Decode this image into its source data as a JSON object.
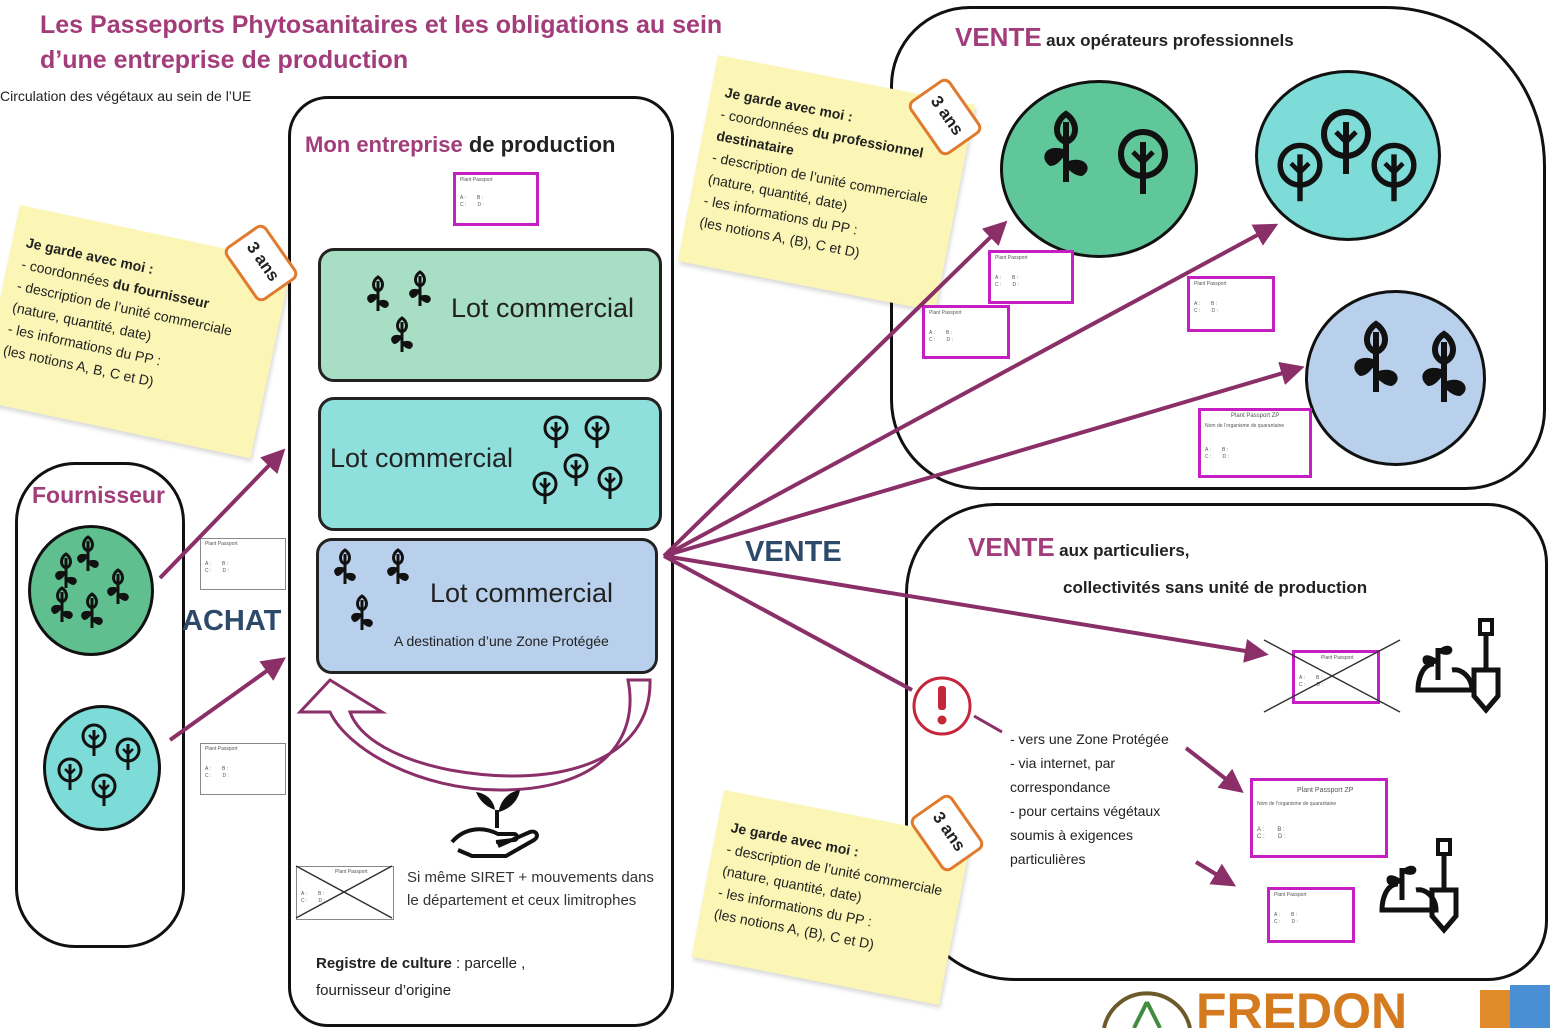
{
  "title": {
    "line1": "Les Passeports Phytosanitaires et les obligations au sein",
    "line2": "d’une entreprise de production"
  },
  "subtitle": "Circulation des végétaux au sein de l’UE",
  "colors": {
    "accent": "#a23c7a",
    "navy": "#2e4a6b",
    "green_lot": "#a8dec3",
    "teal_lot": "#8fe0dc",
    "blue_lot": "#b8d0ec",
    "sticky": "#fbf6b5",
    "badge_border": "#e07a2d",
    "passport_border": "#c51ec2"
  },
  "company": {
    "heading_accent": "Mon entreprise",
    "heading_rest": "de production",
    "lots": [
      {
        "label": "Lot commercial"
      },
      {
        "label": "Lot commercial"
      },
      {
        "label": "Lot commercial",
        "sublabel": "A destination d’une Zone Protégée"
      }
    ],
    "siret_note": "Si même SIRET + mouvements dans le département et ceux limitrophes",
    "registre_bold": "Registre de culture",
    "registre_rest": " : parcelle , fournisseur d’origine"
  },
  "supplier": {
    "label": "Fournisseur",
    "achat": "ACHAT"
  },
  "vente_center": "VENTE",
  "notes": {
    "supplier": {
      "title": "Je garde avec moi :",
      "lines": [
        "- coordonnées ",
        "du fournisseur",
        "- description de l’unité commerciale",
        "(nature, quantité, date)",
        "- les informations du PP :",
        "(les notions A, B, C et D)"
      ],
      "badge": "3 ans"
    },
    "pro": {
      "title": "Je garde avec moi :",
      "lines": [
        "- coordonnées ",
        "du professionnel destinataire",
        "- description de l’unité commerciale",
        "(nature, quantité, date)",
        "- les informations du PP :",
        "(les notions A, (B), C et D)"
      ],
      "badge": "3 ans"
    },
    "particulier": {
      "title": "Je garde avec moi :",
      "lines": [
        "- description de l’unité commerciale",
        "(nature, quantité, date)",
        "- les informations du PP :",
        "(les notions A, (B), C et D)"
      ],
      "badge": "3 ans"
    }
  },
  "vente_pro": {
    "heading": "VENTE",
    "sub": "aux opérateurs professionnels"
  },
  "vente_part": {
    "heading": "VENTE",
    "sub1": "aux particuliers,",
    "sub2": "collectivités sans unité de production",
    "exceptions": [
      "- vers une Zone Protégée",
      "- via internet, par",
      "correspondance",
      "- pour certains végétaux",
      "soumis à exigences",
      "particulières"
    ]
  },
  "passports": {
    "label": "Plant Passport",
    "label_zp": "Plant Passport ZP",
    "zp_line": "Nom de l’organisme de quarantaine",
    "abcd": "A :        B :\nC :        D :"
  },
  "logo": {
    "text": "FREDON"
  }
}
